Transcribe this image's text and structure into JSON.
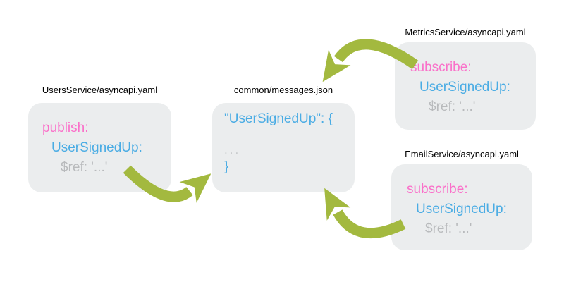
{
  "colors": {
    "background": "#ffffff",
    "node_background": "#ebedee",
    "arrow_green": "#a3b93f",
    "operation_pink": "#fa70c9",
    "message_blue": "#4aace4",
    "ref_gray": "#b8babc",
    "label_black": "#000000"
  },
  "nodes": [
    {
      "id": "users-service",
      "label": "UsersService/asyncapi.yaml",
      "lines": [
        {
          "text": "publish:",
          "role": "operation"
        },
        {
          "text": "UserSignedUp:",
          "role": "message"
        },
        {
          "text": "$ref: '...'",
          "role": "ref"
        }
      ]
    },
    {
      "id": "common-messages",
      "label": "common/messages.json",
      "lines": [
        {
          "text": "\"UserSignedUp\": {",
          "role": "message"
        },
        {
          "text": "...",
          "role": "ellipsis"
        },
        {
          "text": "}",
          "role": "message"
        }
      ]
    },
    {
      "id": "metrics-service",
      "label": "MetricsService/asyncapi.yaml",
      "lines": [
        {
          "text": "subscribe:",
          "role": "operation"
        },
        {
          "text": "UserSignedUp:",
          "role": "message"
        },
        {
          "text": "$ref: '...'",
          "role": "ref"
        }
      ]
    },
    {
      "id": "email-service",
      "label": "EmailService/asyncapi.yaml",
      "lines": [
        {
          "text": "subscribe:",
          "role": "operation"
        },
        {
          "text": "UserSignedUp:",
          "role": "message"
        },
        {
          "text": "$ref: '...'",
          "role": "ref"
        }
      ]
    }
  ],
  "arrows": [
    {
      "from": "users-service",
      "to": "common-messages"
    },
    {
      "from": "metrics-service",
      "to": "common-messages"
    },
    {
      "from": "email-service",
      "to": "common-messages"
    }
  ]
}
